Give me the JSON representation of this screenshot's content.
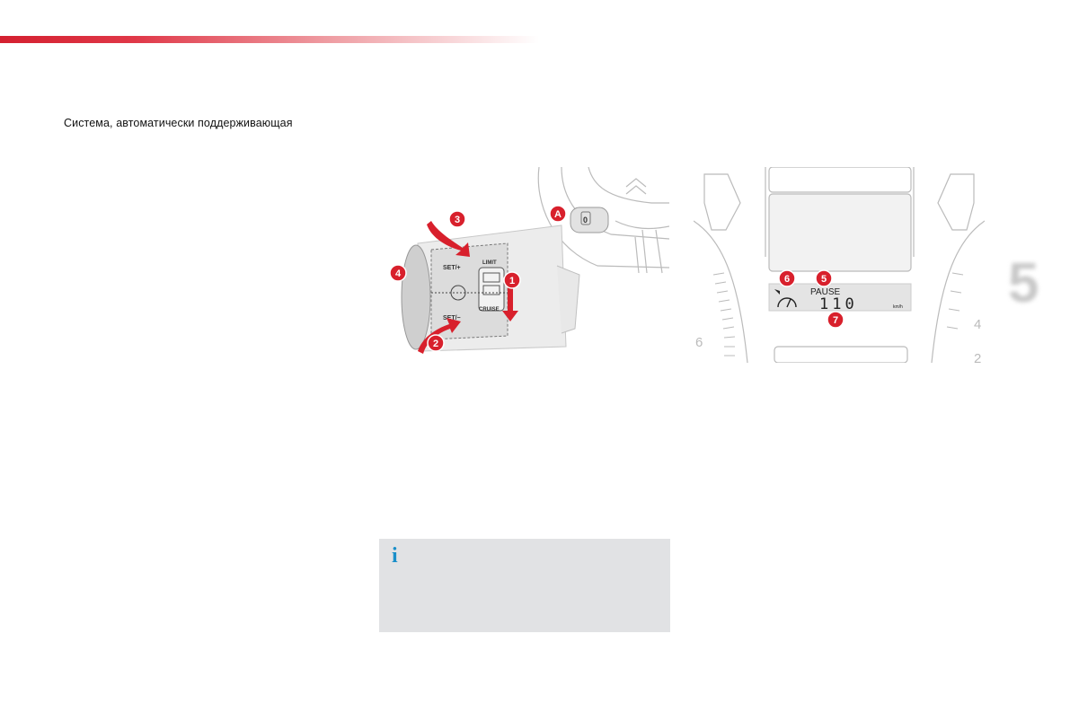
{
  "header": {
    "accent_color": "#d42030"
  },
  "intro_text": "Система, автоматически поддерживающая",
  "chapter_number": "5",
  "figure_stalk": {
    "callouts": [
      "A",
      "1",
      "2",
      "3",
      "4"
    ],
    "labels": {
      "set_plus": "SET/+",
      "set_minus": "SET/−",
      "limit": "LIMIT",
      "cruise": "CRUISE",
      "switch_zero": "0"
    }
  },
  "figure_cluster": {
    "callouts": [
      "5",
      "6",
      "7"
    ],
    "display": {
      "status": "PAUSE",
      "speed": "110",
      "unit": "km/h"
    },
    "gauge_numbers": [
      "6",
      "4",
      "2"
    ]
  },
  "info_box": {
    "icon": "info-icon",
    "icon_color": "#1a8fc9",
    "background": "#e1e2e4"
  },
  "colors": {
    "callout_red": "#d8202c"
  }
}
